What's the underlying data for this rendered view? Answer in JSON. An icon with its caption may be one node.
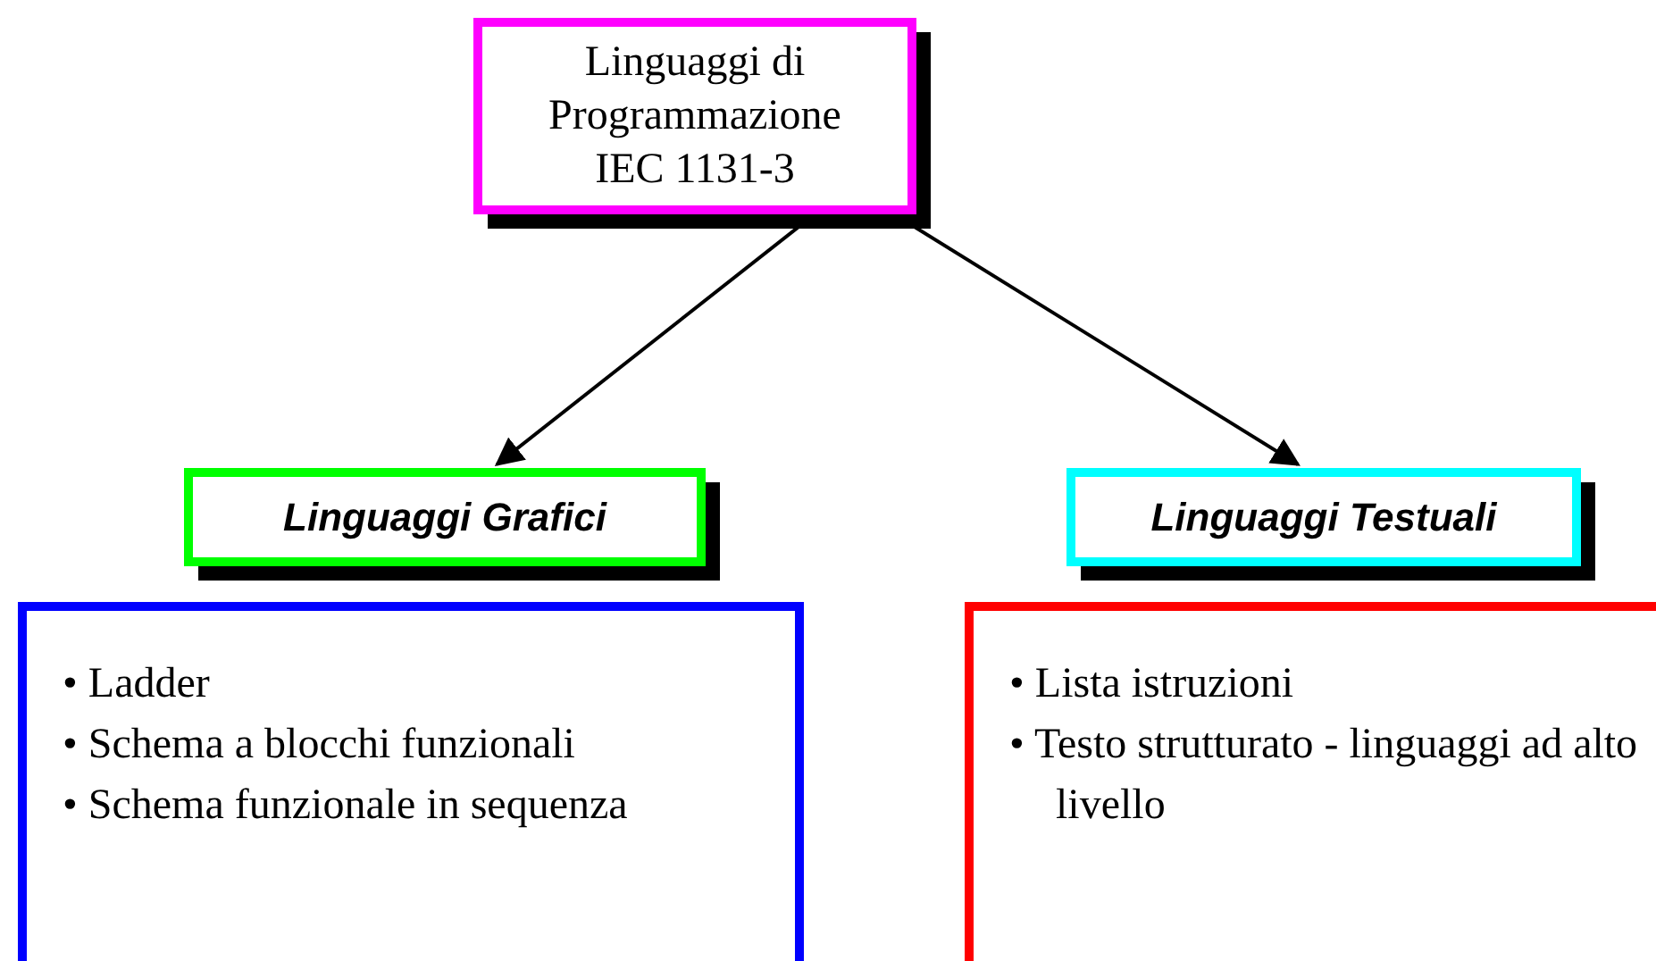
{
  "diagram": {
    "nodes": [
      {
        "text": [
          "Linguaggi di Programmazione IEC 1131-3"
        ]
      },
      {
        "text": [
          "Linguaggi Grafici"
        ]
      },
      {
        "text": [
          "Linguaggi Testuali"
        ]
      },
      {
        "text": [
          "• Ladder",
          "• Schema a blocchi funzionali",
          "• Schema funzionale in sequenza"
        ]
      },
      {
        "text": [
          "• Lista istruzioni",
          "• Testo strutturato - linguaggi ad alto livello"
        ]
      }
    ],
    "edges": [
      {
        "from": 0,
        "to": 1,
        "arrow": "to"
      },
      {
        "from": 0,
        "to": 2,
        "arrow": "to"
      }
    ]
  }
}
